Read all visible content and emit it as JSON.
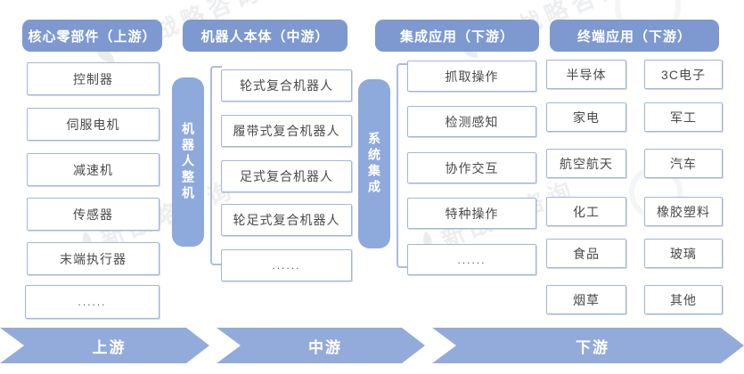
{
  "diagram_title": "robot industry chain",
  "columns": [
    {
      "header": "核心零部件（上游）",
      "items": [
        "控制器",
        "伺服电机",
        "减速机",
        "传感器",
        "末端执行器",
        "......"
      ]
    },
    {
      "header": "机器人本体（中游）",
      "side_bar": "机器人整机",
      "items": [
        "轮式复合机器人",
        "履带式复合机器人",
        "足式复合机器人",
        "轮足式复合机器人",
        "......"
      ]
    },
    {
      "header": "集成应用（下游）",
      "side_bar": "系统集成",
      "items": [
        "抓取操作",
        "检测感知",
        "协作交互",
        "特种操作",
        "......"
      ]
    },
    {
      "header": "终端应用（下游）",
      "items_left": [
        "半导体",
        "家电",
        "航空航天",
        "化工",
        "食品",
        "烟草"
      ],
      "items_right": [
        "3C电子",
        "军工",
        "汽车",
        "橡胶塑料",
        "玻璃",
        "其他"
      ]
    }
  ],
  "flow": {
    "stages": [
      "上游",
      "中游",
      "下游"
    ]
  },
  "watermark": {
    "text": "新战略咨询"
  },
  "colors": {
    "header_blue": "#7d99d0",
    "bar_blue": "#8ea9dc",
    "arrow_blue": "#92abda",
    "box_border": "#a3b6d6",
    "box_text": "#4a4a4a"
  }
}
